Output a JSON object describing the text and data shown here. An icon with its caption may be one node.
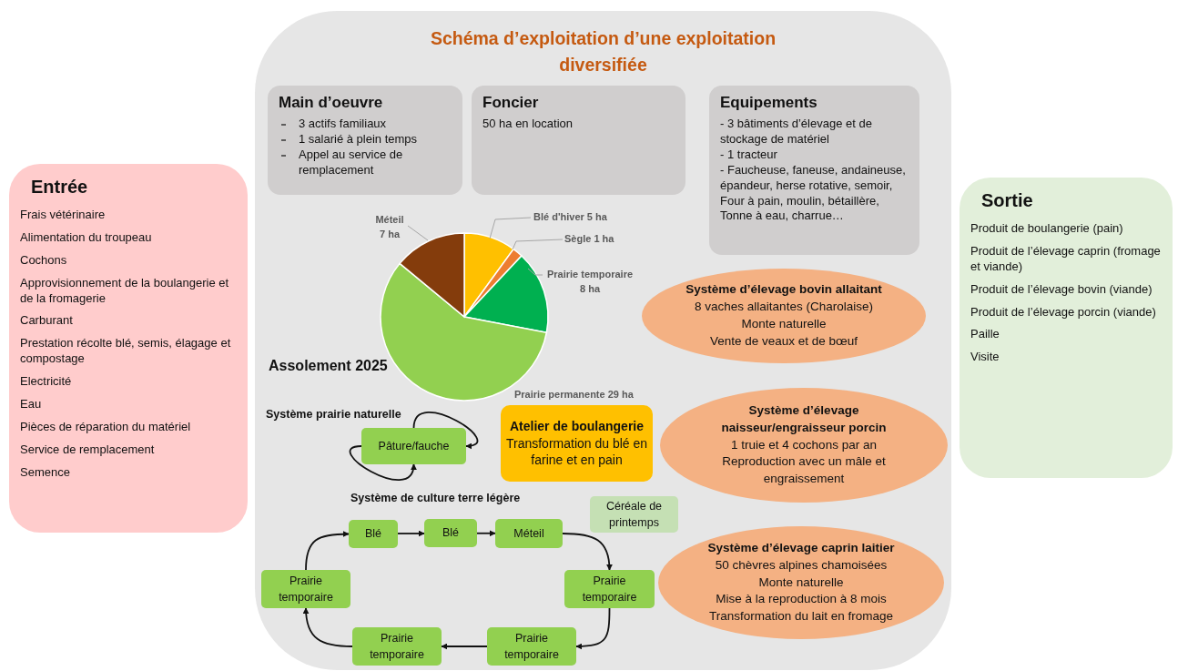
{
  "diagram": {
    "nodes": [
      {
        "text": [
          "Entrée",
          "Frais vétérinaire",
          "Alimentation du troupeau",
          "Cochons",
          "Approvisionnement de la boulangerie et de la fromagerie",
          "Carburant",
          "Prestation récolte blé, semis, élagage et compostage",
          "Electricité",
          "Eau",
          "Pièces de réparation du matériel",
          "Service de remplacement",
          "Semence"
        ]
      },
      {
        "text": [
          "Schéma d’exploitation d’une exploitation diversifiée"
        ]
      },
      {
        "text": [
          "Main d’oeuvre",
          "3 actifs familiaux",
          "1 salarié à plein temps",
          "Appel au service de remplacement"
        ],
        "in": 1
      },
      {
        "text": [
          "Foncier",
          "50 ha en location"
        ],
        "in": 1
      },
      {
        "text": [
          "Equipements",
          "- 3 bâtiments d’élevage et de stockage de matériel",
          "- 1 tracteur",
          "- Faucheuse, faneuse, andaineuse, épandeur, herse rotative, semoir, Four à pain, moulin, bétaillère, Tonne à eau, charrue…"
        ],
        "in": 1
      },
      {
        "text": [
          "Pâture/fauche"
        ],
        "in": 1
      },
      {
        "text": [
          "Atelier de boulangerie",
          "Transformation du blé en farine et en pain"
        ],
        "in": 1
      },
      {
        "text": [
          "Système d’élevage bovin allaitant",
          "8 vaches allaitantes (Charolaise)",
          "Monte naturelle",
          "Vente de veaux et de bœuf"
        ],
        "in": 1
      },
      {
        "text": [
          "Système d’élevage naisseur/engraisseur porcin",
          "1 truie et 4 cochons par an",
          "Reproduction avec un mâle et engraissement"
        ],
        "in": 1
      },
      {
        "text": [
          "Céréale de printemps"
        ],
        "in": 1
      },
      {
        "text": [
          "Blé"
        ],
        "in": 1
      },
      {
        "text": [
          "Blé"
        ],
        "in": 1
      },
      {
        "text": [
          "Méteil"
        ],
        "in": 1
      },
      {
        "text": [
          "Prairie temporaire"
        ],
        "in": 1
      },
      {
        "text": [
          "Prairie temporaire"
        ],
        "in": 1
      },
      {
        "text": [
          "Prairie temporaire"
        ],
        "in": 1
      },
      {
        "text": [
          "Prairie temporaire"
        ],
        "in": 1
      },
      {
        "text": [
          "Système d’élevage caprin laitier",
          "50 chèvres alpines chamoisées",
          "Monte naturelle",
          "Mise à la reproduction à 8 mois",
          "Transformation du lait en fromage"
        ],
        "in": 1
      },
      {
        "text": [
          "Sortie",
          "Produit de boulangerie (pain)",
          "Produit de l’élevage caprin (fromage et viande)",
          "Produit de l’élevage bovin (viande)",
          "Produit de l’élevage porcin (viande)",
          "Paille",
          "Visite"
        ]
      }
    ],
    "edges": [
      {
        "from": 5,
        "to": 5,
        "arrow": "to"
      },
      {
        "from": 5,
        "to": 5,
        "arrow": "to"
      },
      {
        "from": 10,
        "to": 11,
        "arrow": "to"
      },
      {
        "from": 11,
        "to": 12,
        "arrow": "to"
      },
      {
        "from": 12,
        "to": 14,
        "arrow": "to"
      },
      {
        "from": 14,
        "to": 16,
        "arrow": "to"
      },
      {
        "from": 16,
        "to": 15,
        "arrow": "to"
      },
      {
        "from": 15,
        "to": 13,
        "arrow": "to"
      },
      {
        "from": 13,
        "to": 10,
        "arrow": "to"
      }
    ],
    "labels": [
      "Système prairie naturelle",
      "Système de culture terre légère"
    ],
    "chart_data": {
      "type": "pie",
      "title": "Assolement 2025",
      "categories": [
        "Blé d'hiver 5 ha",
        "Sègle 1 ha",
        "Prairie temporaire 8 ha",
        "Prairie permanente 29 ha",
        "Méteil 7 ha"
      ],
      "series": [
        {
          "name": null,
          "values": [
            5,
            1,
            8,
            29,
            7
          ]
        }
      ]
    }
  }
}
